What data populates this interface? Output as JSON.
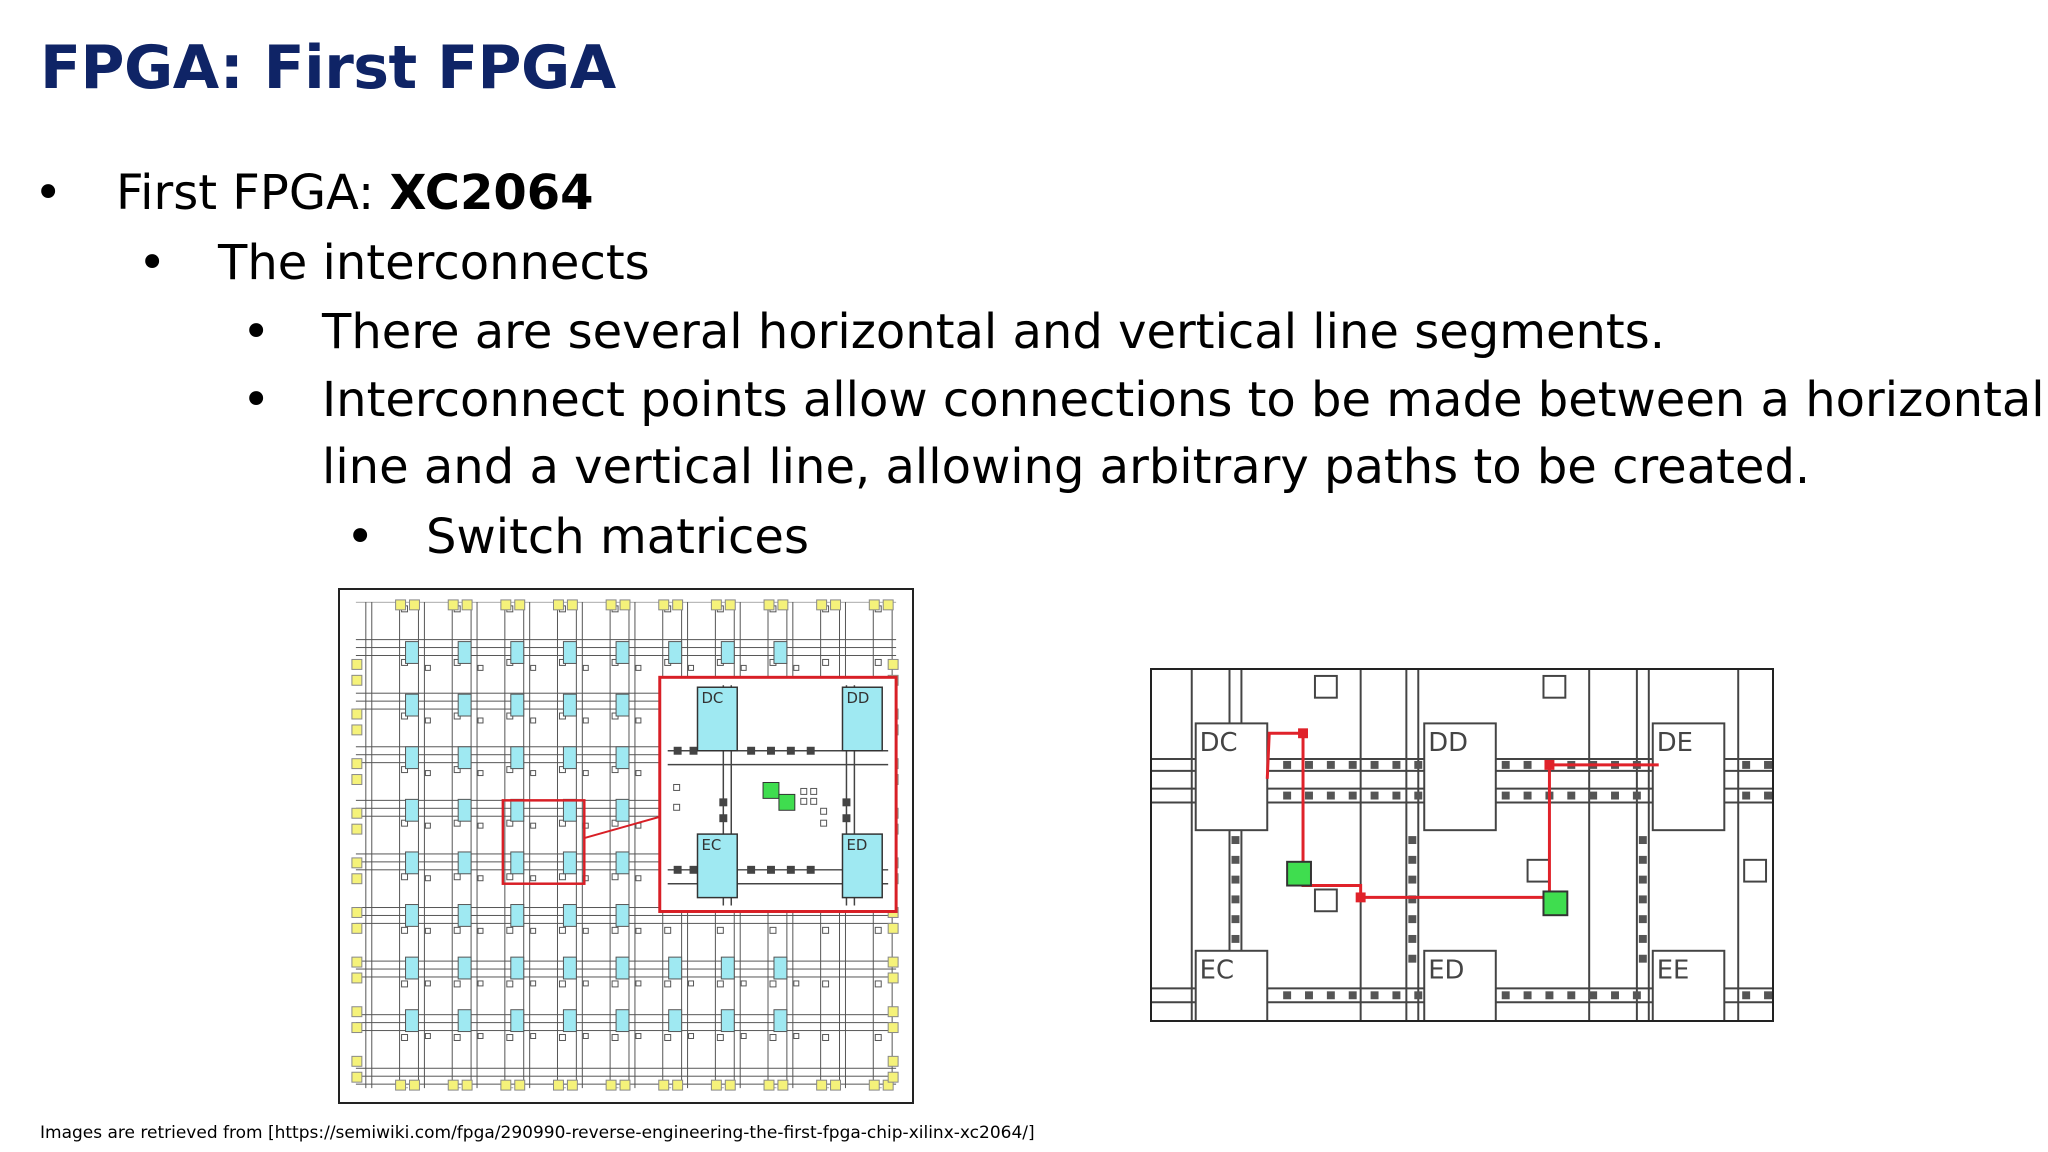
{
  "slide": {
    "title": "FPGA: First FPGA"
  },
  "bullets": {
    "l1_prefix": "First FPGA: ",
    "l1_bold": "XC2064",
    "l2": "The interconnects",
    "l3": "There are several horizontal and vertical line segments.",
    "l4_line1": "Interconnect points allow connections to be made between a horizontal",
    "l4_line2": "line and a vertical line, allowing arbitrary paths to be created.",
    "l5": "Switch matrices",
    "marker": "•"
  },
  "figures": {
    "left_labels": [
      "DC",
      "DD",
      "EC",
      "ED"
    ],
    "right_labels": [
      "DC",
      "DD",
      "DE",
      "EC",
      "ED",
      "EE"
    ]
  },
  "colors": {
    "title": "#0f2466",
    "clb": "#9fe9f2",
    "pad": "#f5f27a",
    "switch": "#3fdd4f",
    "route": "#e0222a"
  },
  "caption": "Images are retrieved from [https://semiwiki.com/fpga/290990-reverse-engineering-the-first-fpga-chip-xilinx-xc2064/]"
}
